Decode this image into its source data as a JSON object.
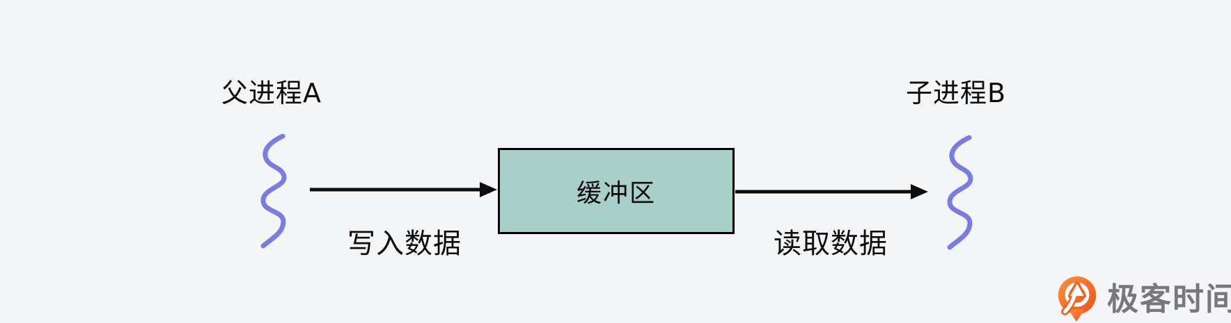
{
  "diagram": {
    "title_left": "父进程A",
    "title_right": "子进程B",
    "buffer_label": "缓冲区",
    "write_label": "写入数据",
    "read_label": "读取数据"
  },
  "branding": {
    "logo_text": "极客时间"
  },
  "icons": {
    "left_process": "wavy-line-icon",
    "right_process": "wavy-line-icon",
    "write_flow": "arrow-right-icon",
    "read_flow": "arrow-right-icon",
    "brand_mark": "geektime-pin-icon"
  },
  "colors": {
    "bg": "#f4f5f7",
    "ink": "#0d0d0d",
    "buffer-fill": "#a9cfc9",
    "buffer-border": "#000000",
    "squiggle": "#7b7ce0",
    "logo-orange": "#ee6325",
    "logo-text": "#78787b"
  }
}
